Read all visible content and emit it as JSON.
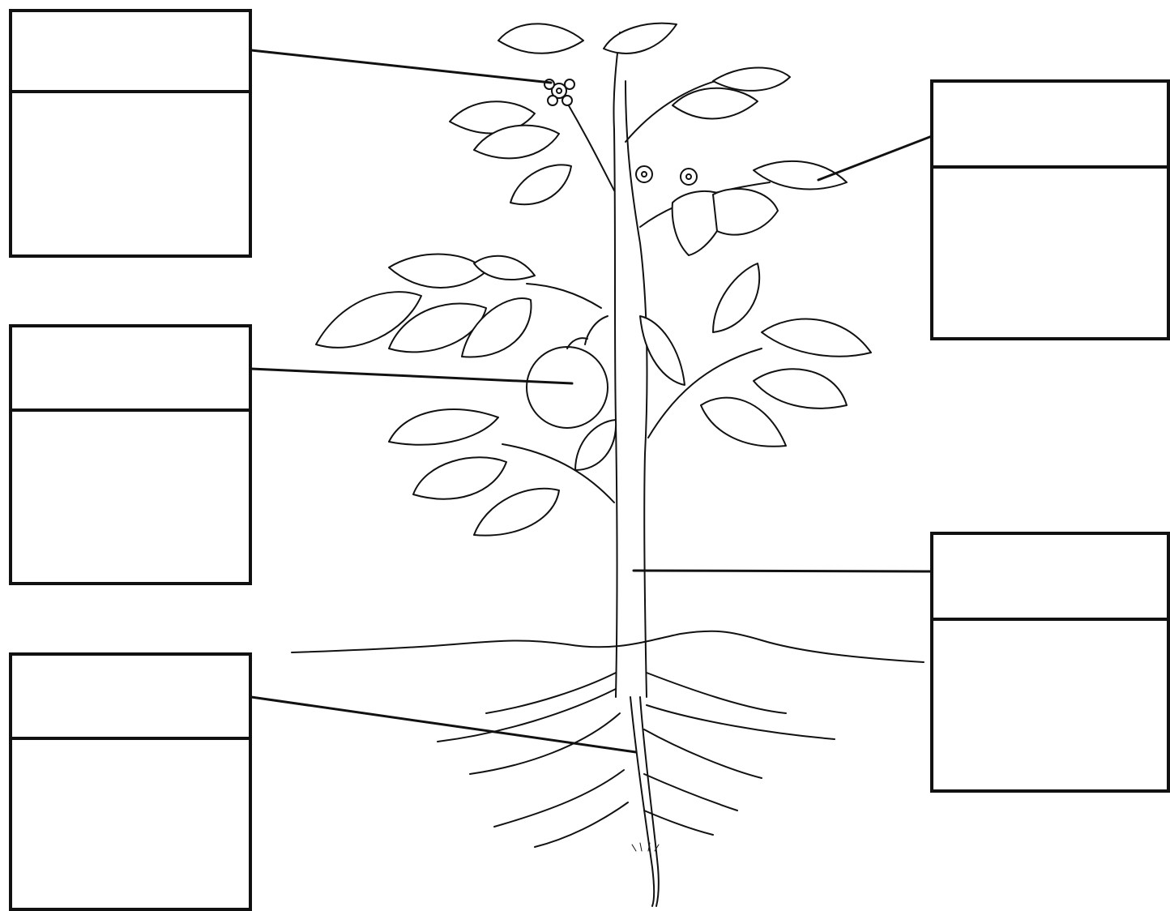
{
  "diagram": {
    "subject": "plant-parts-labelling",
    "line_color": "#111111",
    "background": "#ffffff",
    "labels": [
      {
        "id": "flower",
        "part": "flower-icon",
        "title_text": "",
        "body_text": ""
      },
      {
        "id": "fruit",
        "part": "fruit-icon",
        "title_text": "",
        "body_text": ""
      },
      {
        "id": "root",
        "part": "root-icon",
        "title_text": "",
        "body_text": ""
      },
      {
        "id": "leaf",
        "part": "leaf-icon",
        "title_text": "",
        "body_text": ""
      },
      {
        "id": "stem",
        "part": "stem-icon",
        "title_text": "",
        "body_text": ""
      }
    ]
  }
}
